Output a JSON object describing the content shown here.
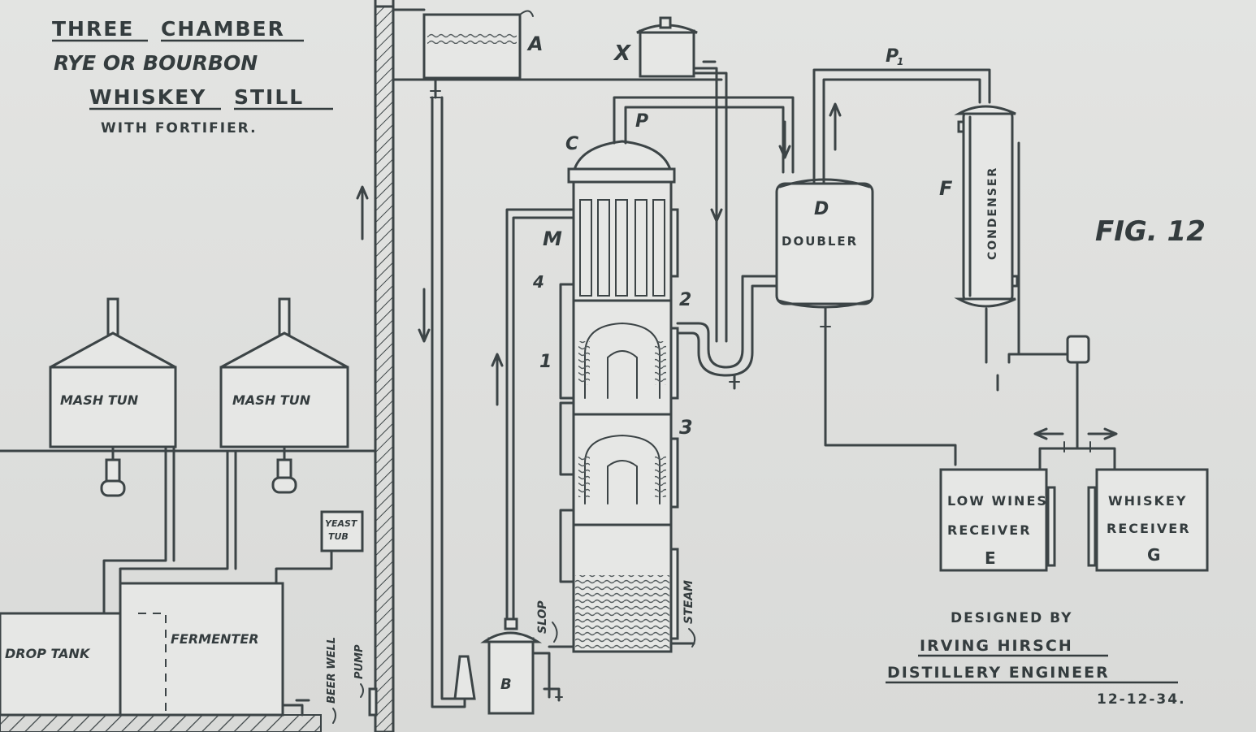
{
  "title": {
    "line1_word1": "THREE",
    "line1_word2": "CHAMBER",
    "line2": "RYE OR BOURBON",
    "line3_word1": "WHISKEY",
    "line3_word2": "STILL",
    "line4": "WITH FORTIFIER."
  },
  "figure": "FIG. 12",
  "credit": {
    "line1": "DESIGNED BY",
    "line2": "IRVING HIRSCH",
    "line3": "DISTILLERY ENGINEER",
    "date": "12-12-34."
  },
  "labels": {
    "tank_a": "A",
    "tank_x": "X",
    "pipe_p": "P",
    "pipe_p1": "P",
    "pipe_p1_sub": "1",
    "column_c": "C",
    "column_m": "M",
    "num_4": "4",
    "num_2": "2",
    "num_1": "1",
    "num_3": "3",
    "doubler_letter": "D",
    "doubler": "DOUBLER",
    "condenser_letter": "F",
    "condenser": "CONDENSER",
    "low_wines_1": "LOW WINES",
    "low_wines_2": "RECEIVER",
    "low_wines_letter": "E",
    "whiskey_1": "WHISKEY",
    "whiskey_2": "RECEIVER",
    "whiskey_letter": "G",
    "pump_b": "B",
    "slop": "SLOP",
    "steam": "STEAM",
    "mash_tun_1": "MASH TUN",
    "mash_tun_2": "MASH TUN",
    "yeast_1": "YEAST",
    "yeast_2": "TUB",
    "drop_tank": "DROP TANK",
    "fermenter": "FERMENTER",
    "beer_well": "BEER WELL",
    "pump": "PUMP"
  }
}
